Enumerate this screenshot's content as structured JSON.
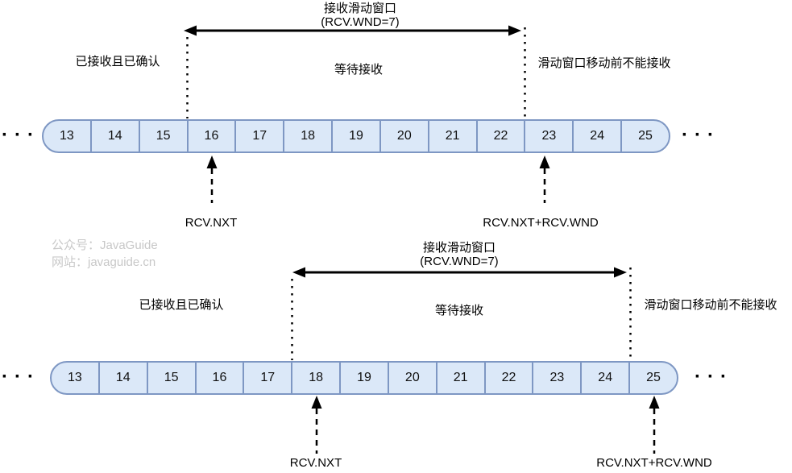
{
  "colors": {
    "cell_fill": "#dbe8f8",
    "cell_border": "#7e97c3",
    "line_color": "#000000",
    "watermark_color": "#c8c8c8",
    "background": "#ffffff"
  },
  "cells": [
    "13",
    "14",
    "15",
    "16",
    "17",
    "18",
    "19",
    "20",
    "21",
    "22",
    "23",
    "24",
    "25"
  ],
  "ellipsis": "···",
  "watermark": {
    "line1": "公众号：JavaGuide",
    "line2": "网站：javaguide.cn"
  },
  "top": {
    "window_title": "接收滑动窗口",
    "window_subtitle": "(RCV.WND=7)",
    "label_received": "已接收且已确认",
    "label_waiting": "等待接收",
    "label_blocked": "滑动窗口移动前不能接收",
    "pointer_left": "RCV.NXT",
    "pointer_right": "RCV.NXT+RCV.WND",
    "window_start_cell": "16",
    "window_end_cell": "22"
  },
  "bottom": {
    "window_title": "接收滑动窗口",
    "window_subtitle": "(RCV.WND=7)",
    "label_received": "已接收且已确认",
    "label_waiting": "等待接收",
    "label_blocked": "滑动窗口移动前不能接收",
    "pointer_left": "RCV.NXT",
    "pointer_right": "RCV.NXT+RCV.WND",
    "window_start_cell": "18",
    "window_end_cell": "24"
  }
}
